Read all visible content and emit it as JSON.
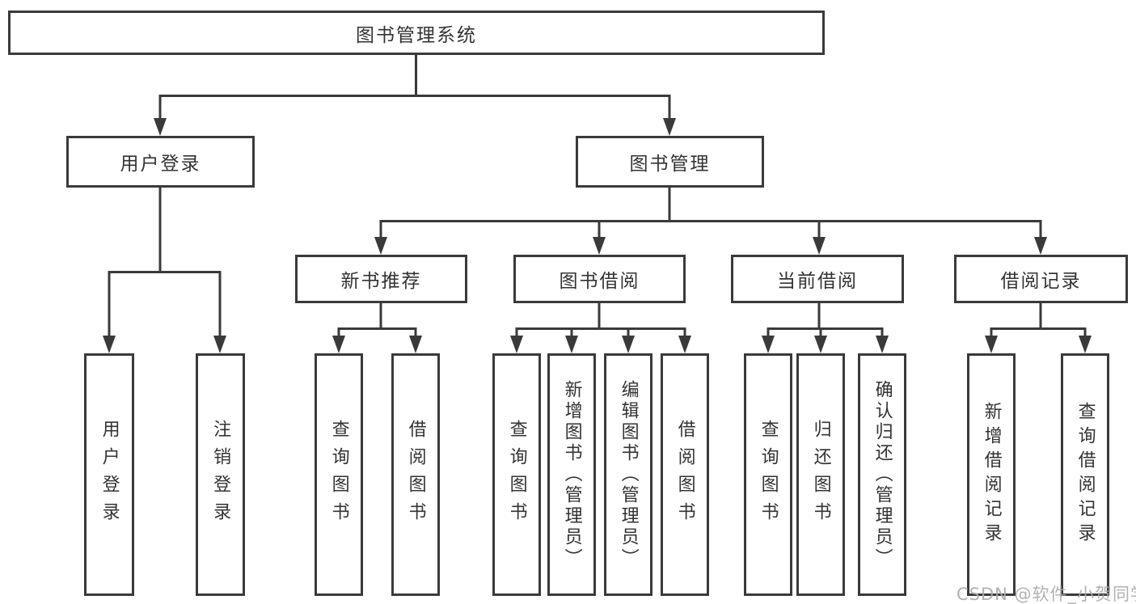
{
  "colors": {
    "line": "#3a3a3a",
    "node_border": "#3a3a3a",
    "node_text": "#333333",
    "background": "#ffffff",
    "watermark": "#a8aaae"
  },
  "watermark": {
    "text": "CSDN @软件_小贺同学"
  },
  "tree": {
    "root": {
      "label": "图书管理系统"
    },
    "children": [
      {
        "label": "用户登录",
        "children": [
          {
            "label": "用户登录"
          },
          {
            "label": "注销登录"
          }
        ]
      },
      {
        "label": "图书管理",
        "children": [
          {
            "label": "新书推荐",
            "children": [
              {
                "label": "查询图书"
              },
              {
                "label": "借阅图书"
              }
            ]
          },
          {
            "label": "图书借阅",
            "children": [
              {
                "label": "查询图书"
              },
              {
                "label": "新增图书（管理员）"
              },
              {
                "label": "编辑图书（管理员）"
              },
              {
                "label": "借阅图书"
              }
            ]
          },
          {
            "label": "当前借阅",
            "children": [
              {
                "label": "查询图书"
              },
              {
                "label": "归还图书"
              },
              {
                "label": "确认归还（管理员）"
              }
            ]
          },
          {
            "label": "借阅记录",
            "children": [
              {
                "label": "新增借阅记录"
              },
              {
                "label": "查询借阅记录"
              }
            ]
          }
        ]
      }
    ]
  }
}
